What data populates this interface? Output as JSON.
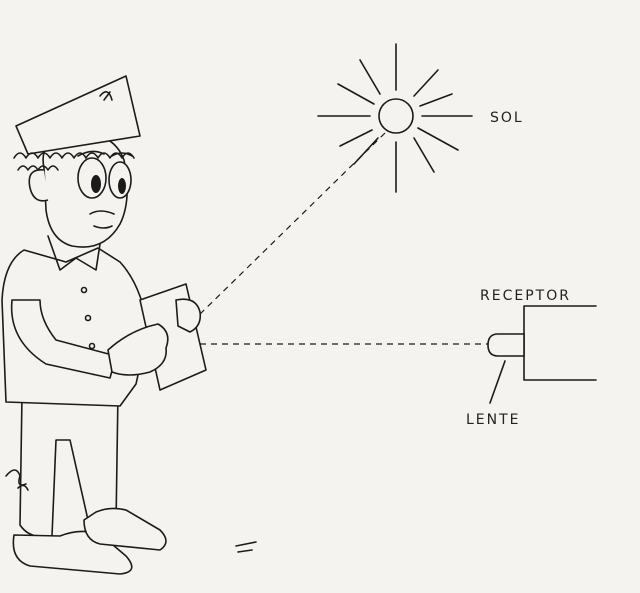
{
  "labels": {
    "sun": "SOL",
    "receiver": "RECEPTOR",
    "lens": "LENTE"
  },
  "colors": {
    "background": "#f4f3ef",
    "ink": "#1b1b1b"
  }
}
